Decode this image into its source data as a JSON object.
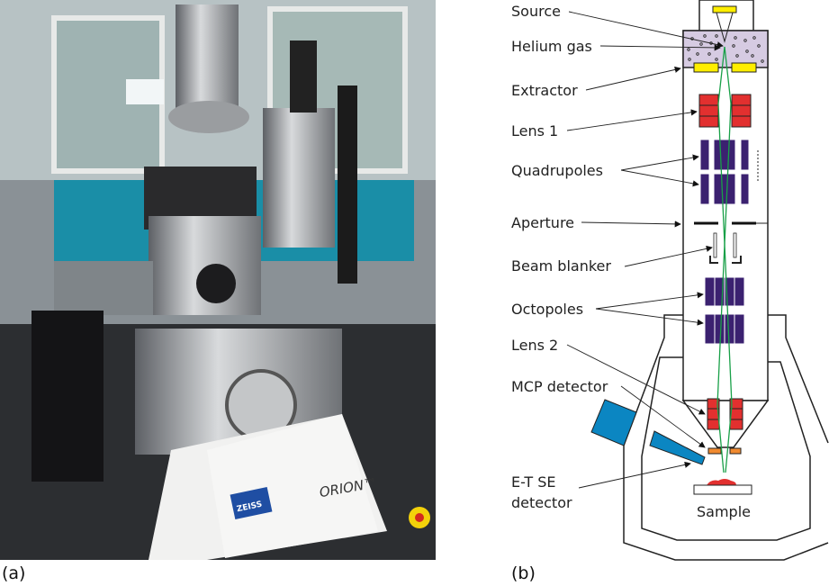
{
  "panels": {
    "a": {
      "label": "(a)",
      "brand_text": "ZEISS",
      "product_text": "ORION™"
    },
    "b": {
      "label": "(b)",
      "annotations": [
        {
          "id": "source",
          "text": "Source"
        },
        {
          "id": "helium",
          "text": "Helium gas"
        },
        {
          "id": "extractor",
          "text": "Extractor"
        },
        {
          "id": "lens1",
          "text": "Lens 1"
        },
        {
          "id": "quadrupoles",
          "text": "Quadrupoles"
        },
        {
          "id": "aperture",
          "text": "Aperture"
        },
        {
          "id": "blanker",
          "text": "Beam blanker"
        },
        {
          "id": "octopoles",
          "text": "Octopoles"
        },
        {
          "id": "lens2",
          "text": "Lens 2"
        },
        {
          "id": "mcp",
          "text": "MCP detector"
        },
        {
          "id": "et1",
          "text": "E-T SE"
        },
        {
          "id": "et2",
          "text": "detector"
        },
        {
          "id": "sample",
          "text": "Sample"
        }
      ]
    }
  },
  "colors": {
    "helium": "#d6cbe2",
    "yellow": "#ffee00",
    "lens": "#e2302f",
    "multipole": "#3b2170",
    "beam": "#19a048",
    "mcp": "#f08a30",
    "detector": "#0b86c2"
  }
}
